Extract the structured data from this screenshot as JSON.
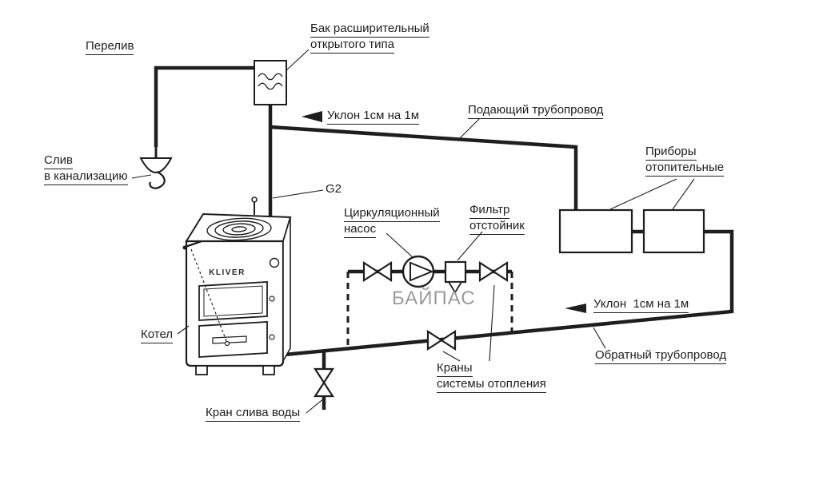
{
  "colors": {
    "ink": "#1e1e1e",
    "bypass_gray": "#9b9b9b"
  },
  "diagram": {
    "overflow": "Перелив",
    "expansion_tank": {
      "line1": "Бак расширительный",
      "line2": "открытого типа"
    },
    "slope_top": "Уклон 1см на 1м",
    "supply_pipe": "Подающий трубопровод",
    "sewer": {
      "line1": "Слив",
      "line2": "в канализацию"
    },
    "pipe_size": "G2",
    "heaters": {
      "line1": "Приборы",
      "line2": "отопительные"
    },
    "pump": {
      "line1": "Циркуляционный",
      "line2": "насос"
    },
    "filter": {
      "line1": "Фильтр",
      "line2": "отстойник"
    },
    "bypass": "БАЙПАС",
    "boiler": "Котел",
    "slope_bottom": "Уклон  1см на 1м",
    "return_pipe": "Обратный трубопровод",
    "system_valves": {
      "line1": "Краны",
      "line2": "системы отопления"
    },
    "drain_valve": "Кран слива воды",
    "boiler_brand": "KLIVER"
  }
}
